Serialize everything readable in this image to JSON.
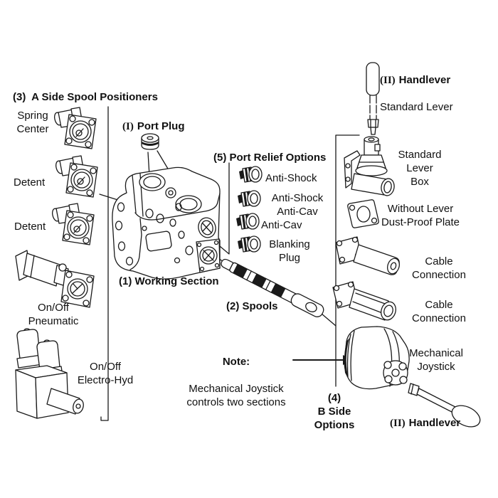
{
  "figure": {
    "type": "exploded-parts-diagram",
    "ink_color": "#1a1a1a",
    "background_color": "#ffffff"
  },
  "labels": {
    "a_side_heading": "(3)  A Side Spool Positioners",
    "spring_center": "Spring\nCenter",
    "detent_1": "Detent",
    "detent_2": "Detent",
    "pneumatic": "On/Off\nPneumatic",
    "electro_hyd": "On/Off\nElectro-Hyd",
    "port_plug_prefix": "(I)",
    "port_plug_text": "Port Plug",
    "port_relief_heading": "(5) Port Relief Options",
    "anti_shock": "Anti-Shock",
    "anti_shock_anti_cav": "Anti-Shock\nAnti-Cav",
    "anti_cav": "Anti-Cav",
    "blanking_plug": "Blanking\nPlug",
    "working_section": "(1) Working Section",
    "spools": "(2) Spools",
    "note_title": "Note:",
    "note_body": "Mechanical Joystick\ncontrols two sections",
    "b_side_heading": "(4)\nB Side\nOptions",
    "handlever_top_prefix": "(II)",
    "handlever_top_text": "Handlever",
    "standard_lever": "Standard Lever",
    "standard_lever_box": "Standard\nLever\nBox",
    "dust_proof_plate": "Without Lever\nDust-Proof Plate",
    "cable_connection_1": "Cable\nConnection",
    "cable_connection_2": "Cable\nConnection",
    "mechanical_joystick": "Mechanical\nJoystick",
    "handlever_bottom_prefix": "(II)",
    "handlever_bottom_text": "Handlever"
  }
}
